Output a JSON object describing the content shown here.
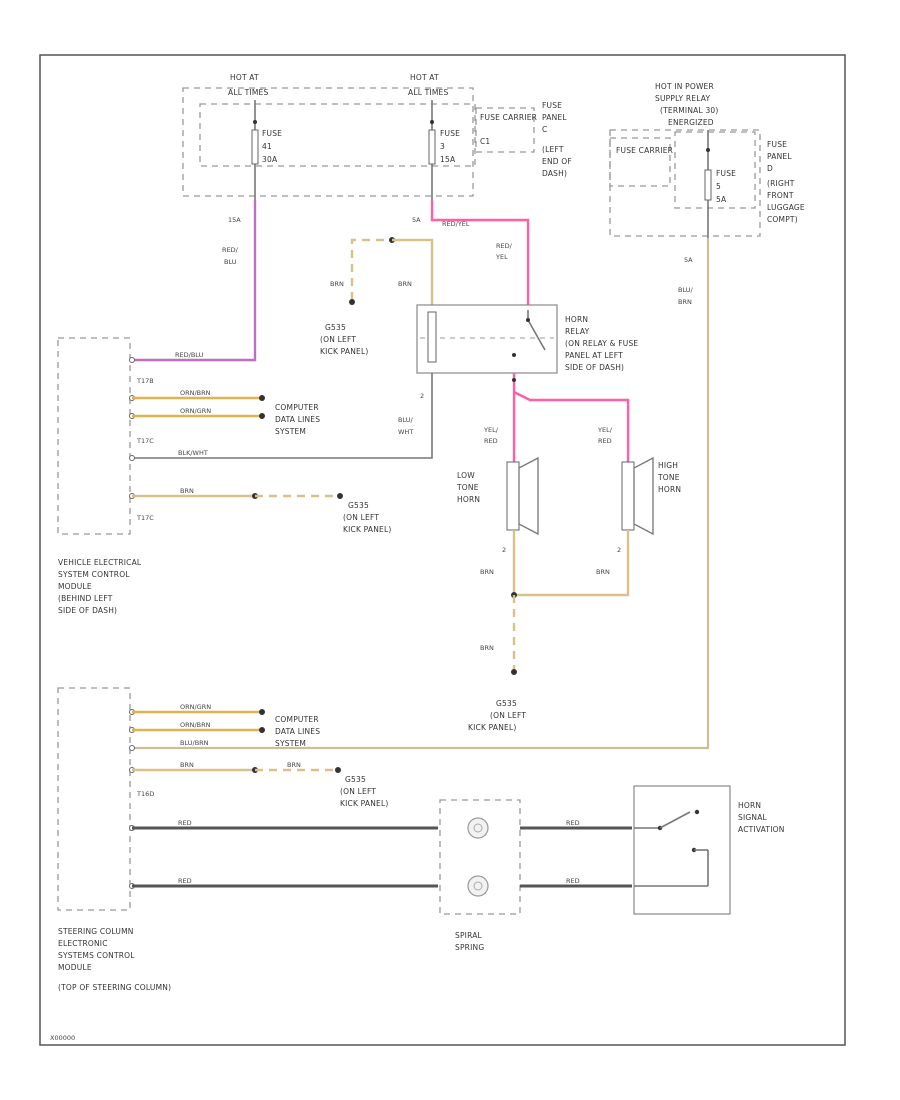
{
  "fuse_panel_left": {
    "hot_at_1": "HOT AT",
    "hot_at_1_sub": "ALL TIMES",
    "hot_at_2": "HOT AT",
    "hot_at_2_sub": "ALL TIMES",
    "fuse_a": "FUSE",
    "fuse_a_num": "41",
    "fuse_a_amp": "30A",
    "fuse_b": "FUSE",
    "fuse_b_num": "3",
    "fuse_b_amp": "15A",
    "carrier": "FUSE CARRIER",
    "carrier_num": "C1",
    "panel_label": [
      "FUSE",
      "PANEL",
      "C",
      "(LEFT",
      "END OF",
      "DASH)"
    ]
  },
  "fuse_panel_right": {
    "hot_label": [
      "HOT IN POWER",
      "SUPPLY RELAY",
      "(TERMINAL 30)",
      "ENERGIZED"
    ],
    "carrier": "FUSE CARRIER",
    "fuse": "FUSE",
    "fuse_num": "5",
    "fuse_amp": "5A",
    "panel_label": [
      "FUSE",
      "PANEL",
      "D",
      "(RIGHT",
      "FRONT",
      "LUGGAGE",
      "COMPT)"
    ]
  },
  "wires": {
    "red_blu": "RED/BLU",
    "amp_15a": "15A",
    "red_yel_top": "RED/YEL",
    "amp_5a": "5A",
    "red_yel": [
      "RED/",
      "YEL"
    ],
    "brn_a": "BRN",
    "brn_b": "BRN",
    "blu_wht": [
      "BLU/",
      "WHT"
    ],
    "blu_brn_right": [
      "BLU/",
      "BRN"
    ],
    "amp_5a_right": "5A",
    "yel_red_low": [
      "YEL/",
      "RED"
    ],
    "yel_red_high": [
      "YEL/",
      "RED"
    ],
    "brn_low": "BRN",
    "brn_high": "BRN",
    "brn_ground": "BRN",
    "pin_2_a": "2",
    "pin_2_b": "2",
    "pin_2_c": "2"
  },
  "ground_labels": {
    "g1": [
      "G535",
      "(ON LEFT",
      "KICK PANEL)"
    ],
    "g2": [
      "G535",
      "(ON LEFT",
      "KICK PANEL)"
    ],
    "g3": [
      "G535",
      "(ON LEFT",
      "KICK PANEL)"
    ],
    "g4": [
      "G535",
      "(ON LEFT",
      "KICK PANEL)"
    ]
  },
  "horn_relay": [
    "HORN",
    "RELAY",
    "(ON RELAY & FUSE",
    "PANEL AT LEFT",
    "SIDE OF DASH)"
  ],
  "horns": {
    "low": [
      "LOW",
      "TONE",
      "HORN"
    ],
    "high": [
      "HIGH",
      "TONE",
      "HORN"
    ]
  },
  "control_module_1": {
    "pins": [
      "T17B",
      "T17C",
      "T17C"
    ],
    "wire_labels": [
      "RED/BLU",
      "ORN/BRN",
      "ORN/GRN",
      "BLK/WHT",
      "BRN"
    ],
    "computer_data": [
      "COMPUTER",
      "DATA LINES",
      "SYSTEM"
    ],
    "label": [
      "VEHICLE ELECTRICAL",
      "SYSTEM CONTROL",
      "MODULE",
      "(BEHIND LEFT",
      "SIDE OF DASH)"
    ]
  },
  "control_module_2": {
    "pin": "T16D",
    "wire_labels": [
      "ORN/GRN",
      "ORN/BRN",
      "BLU/BRN",
      "BRN",
      "BRN",
      "RED",
      "RED"
    ],
    "computer_data": [
      "COMPUTER",
      "DATA LINES",
      "SYSTEM"
    ],
    "label": [
      "STEERING COLUMN",
      "ELECTRONIC",
      "SYSTEMS CONTROL",
      "MODULE",
      "(TOP OF STEERING COLUMN)"
    ]
  },
  "spiral_spring": [
    "SPIRAL",
    "SPRING"
  ],
  "horn_switch": [
    "HORN",
    "SIGNAL",
    "ACTIVATION"
  ],
  "footer_code": "X00000"
}
